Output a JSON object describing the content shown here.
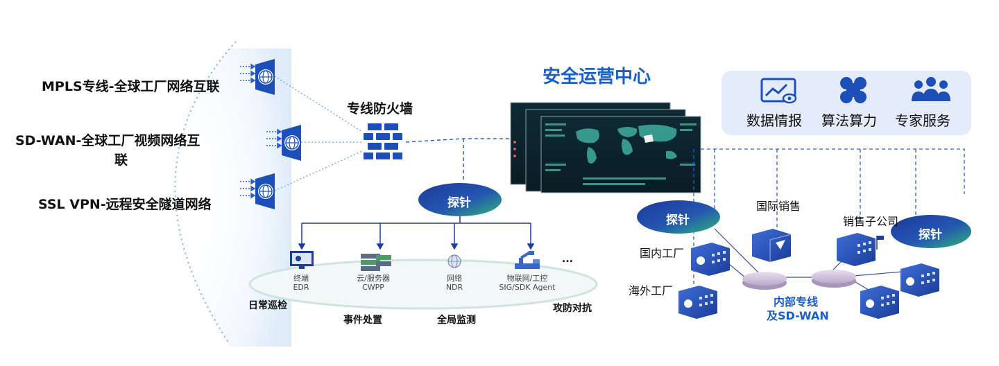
{
  "left_networks": {
    "mpls": "MPLS专线-全球工厂网络互联",
    "sdwan_line1": "SD-WAN-全球工厂视频网络互",
    "sdwan_line2": "联",
    "sslvpn": "SSL VPN-远程安全隧道网络"
  },
  "firewall": {
    "title": "专线防火墙",
    "icon": "firewall-brick-icon"
  },
  "soc": {
    "title": "安全运营中心"
  },
  "capabilities": [
    {
      "label": "数据情报",
      "icon": "monitor-eye-icon"
    },
    {
      "label": "算法算力",
      "icon": "four-leaf-icon"
    },
    {
      "label": "专家服务",
      "icon": "people-group-icon"
    }
  ],
  "probe_label": "探针",
  "endpoints": [
    {
      "line1": "终端",
      "line2": "EDR",
      "icon": "monitor-icon"
    },
    {
      "line1": "云/服务器",
      "line2": "CWPP",
      "icon": "server-stack-icon"
    },
    {
      "line1": "网络",
      "line2": "NDR",
      "icon": "globe-icon"
    },
    {
      "line1": "物联网/工控",
      "line2": "SIG/SDK Agent",
      "icon": "industrial-robot-icon"
    }
  ],
  "ellipsis": "...",
  "operations": {
    "daily": "日常巡检",
    "incident": "事件处置",
    "global": "全局监测",
    "attack": "攻防对抗"
  },
  "sites": {
    "intl_sales": "国际销售",
    "sales_sub": "销售子公司",
    "domestic_factory": "国内工厂",
    "overseas_factory": "海外工厂"
  },
  "internal_link": {
    "line1": "内部专线",
    "line2": "及SD-WAN"
  },
  "colors": {
    "accent_blue": "#1a5fc6",
    "probe_gradient_start": "#1e3a9c",
    "probe_gradient_end": "#2fb57a",
    "capability_panel": "#e4ecfb"
  }
}
